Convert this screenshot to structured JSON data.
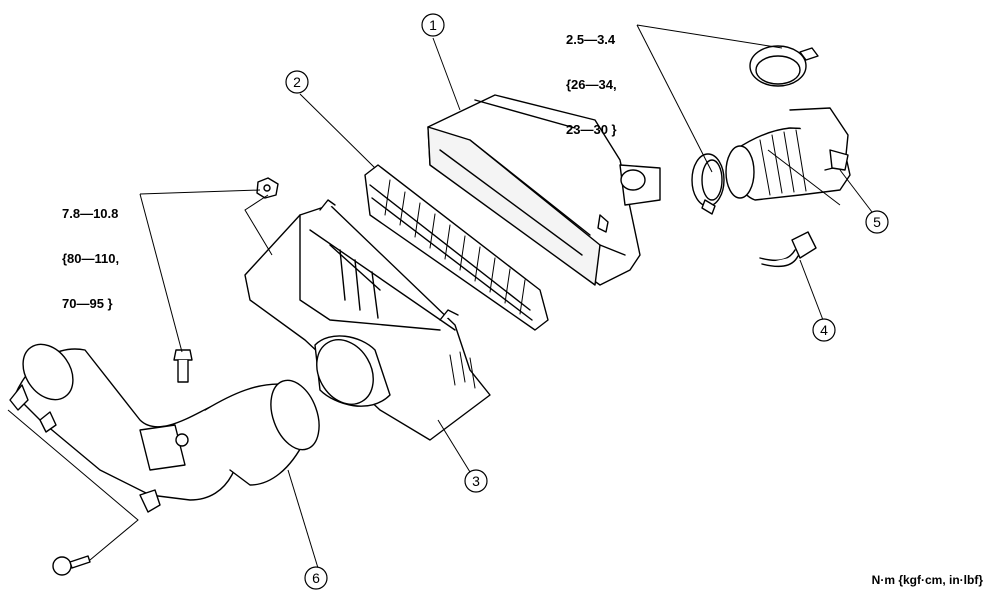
{
  "torques": {
    "upper": {
      "line1": "2.5—3.4",
      "line2": "{26—34,",
      "line3": "23—30 }"
    },
    "left": {
      "line1": "7.8—10.8",
      "line2": "{80—110,",
      "line3": "70—95 }"
    }
  },
  "callouts": [
    "1",
    "2",
    "3",
    "4",
    "5",
    "6"
  ],
  "units": "N·m {kgf·cm, in·lbf}"
}
